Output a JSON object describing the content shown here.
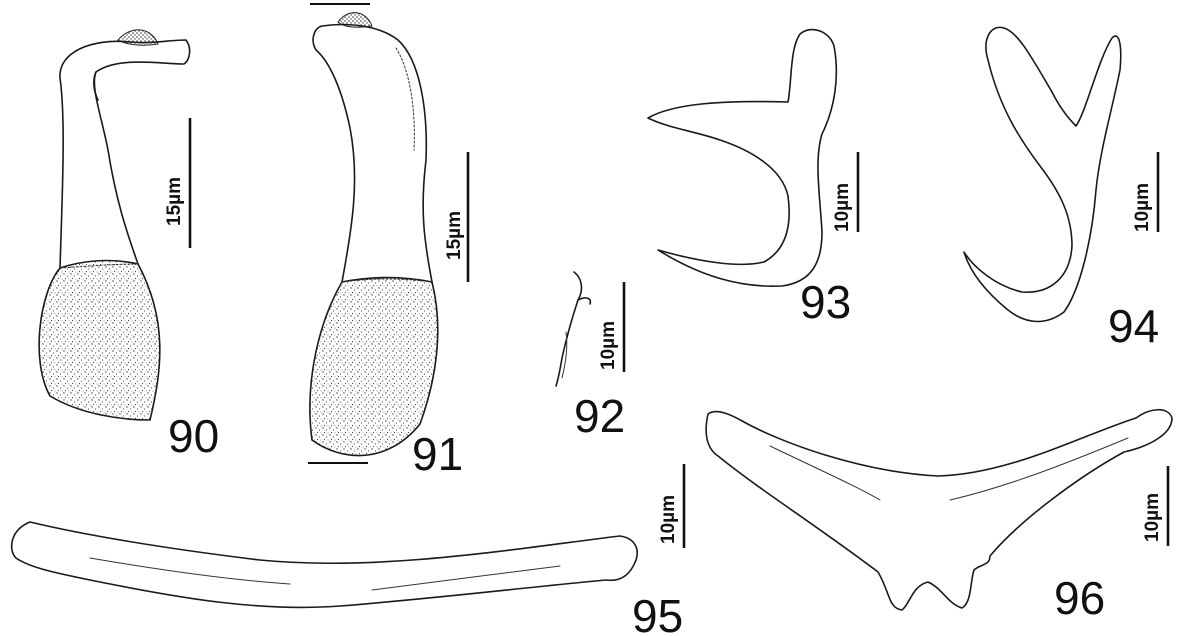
{
  "figures": [
    {
      "id": "fig90",
      "number": "90",
      "scale_label": "15µm"
    },
    {
      "id": "fig91",
      "number": "91",
      "scale_label": "15µm"
    },
    {
      "id": "fig92",
      "number": "92",
      "scale_label": "10µm"
    },
    {
      "id": "fig93",
      "number": "93",
      "scale_label": "10µm"
    },
    {
      "id": "fig94",
      "number": "94",
      "scale_label": "10µm"
    },
    {
      "id": "fig95",
      "number": "95",
      "scale_label": "10µm"
    },
    {
      "id": "fig96",
      "number": "96",
      "scale_label": "10µm"
    }
  ],
  "colors": {
    "ink": "#1a1a1a",
    "background": "#ffffff"
  }
}
